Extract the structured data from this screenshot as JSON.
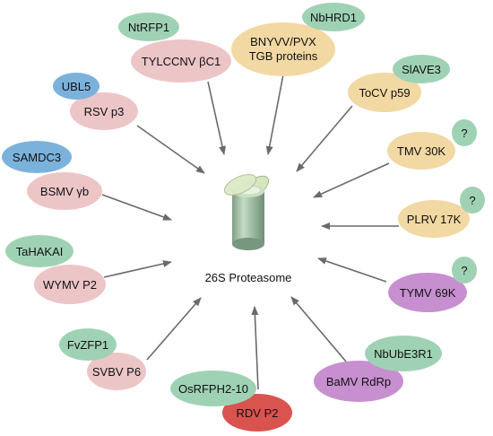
{
  "center": {
    "label": "26S Proteasome"
  },
  "colors": {
    "green": "#9fd2b4",
    "pink": "#ecc5c7",
    "peach": "#f2d8a3",
    "blue": "#7ab2dc",
    "purple": "#c78fd0",
    "red": "#d9534f",
    "arrow": "#6a6a6a"
  },
  "viral_proteins": [
    {
      "name": "TYLCCNV βC1",
      "color": "pink"
    },
    {
      "name": "BNYVV/PVX",
      "name_line2": "TGB proteins",
      "color": "peach"
    },
    {
      "name": "ToCV p59",
      "color": "peach"
    },
    {
      "name": "TMV 30K",
      "color": "peach"
    },
    {
      "name": "PLRV 17K",
      "color": "peach"
    },
    {
      "name": "TYMV 69K",
      "color": "purple"
    },
    {
      "name": "BaMV RdRp",
      "color": "purple"
    },
    {
      "name": "RDV P2",
      "color": "red"
    },
    {
      "name": "SVBV P6",
      "color": "pink"
    },
    {
      "name": "WYMV P2",
      "color": "pink"
    },
    {
      "name": "BSMV γb",
      "color": "pink"
    },
    {
      "name": "RSV p3",
      "color": "pink"
    }
  ],
  "host_factors": [
    {
      "name": "NtRFP1",
      "color": "green"
    },
    {
      "name": "NbHRD1",
      "color": "green"
    },
    {
      "name": "SlAVE3",
      "color": "green"
    },
    {
      "name": "?",
      "color": "green"
    },
    {
      "name": "?",
      "color": "green"
    },
    {
      "name": "?",
      "color": "green"
    },
    {
      "name": "NbUbE3R1",
      "color": "green"
    },
    {
      "name": "OsRFPH2-10",
      "color": "green"
    },
    {
      "name": "FvZFP1",
      "color": "green"
    },
    {
      "name": "TaHAKAI",
      "color": "green"
    },
    {
      "name": "SAMDC3",
      "color": "blue"
    },
    {
      "name": "UBL5",
      "color": "blue"
    }
  ]
}
